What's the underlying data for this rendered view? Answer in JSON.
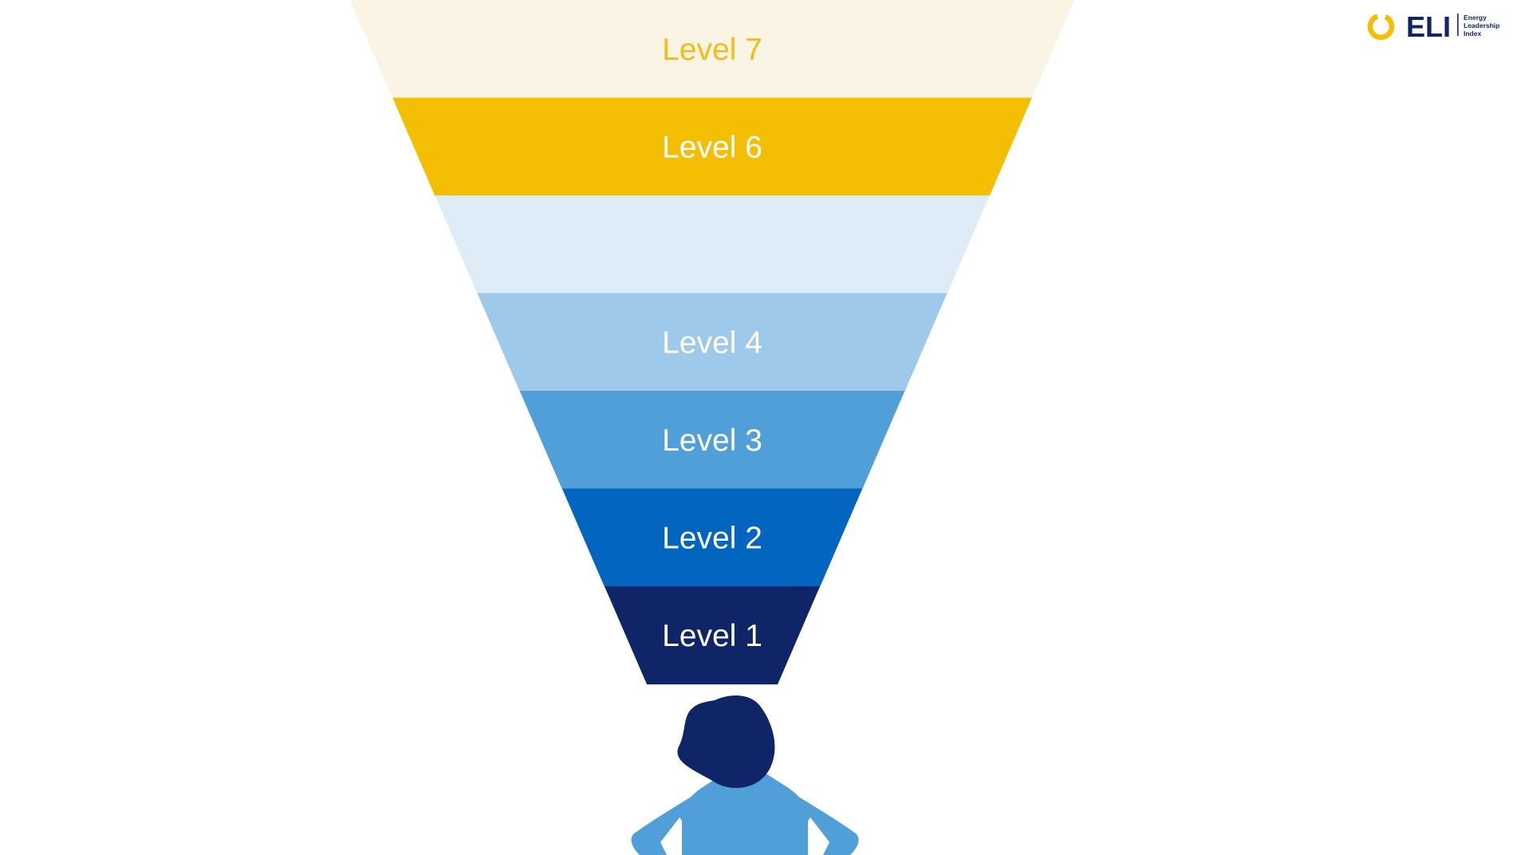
{
  "funnel": {
    "levels": [
      {
        "label": "Level 7",
        "fill": "#f9f4e3",
        "text_color": "#f2bd18"
      },
      {
        "label": "Level 6",
        "fill": "#f4bf03",
        "text_color": "#ffffff"
      },
      {
        "label": "",
        "fill": "#ddecf6",
        "text_color": "#ffffff"
      },
      {
        "label": "Level 4",
        "fill": "#9ec9ea",
        "text_color": "#ffffff"
      },
      {
        "label": "Level 3",
        "fill": "#519fd8",
        "text_color": "#ffffff"
      },
      {
        "label": "Level 2",
        "fill": "#0266c0",
        "text_color": "#ffffff"
      },
      {
        "label": "Level 1",
        "fill": "#102568",
        "text_color": "#ffffff"
      }
    ]
  },
  "person": {
    "hair_color": "#102568",
    "body_color": "#519fd8"
  },
  "logo": {
    "brand": "ELI",
    "line1": "Energy",
    "line2": "Leadership",
    "line3": "Index",
    "ring_color": "#f4bf03",
    "text_color": "#102568"
  }
}
